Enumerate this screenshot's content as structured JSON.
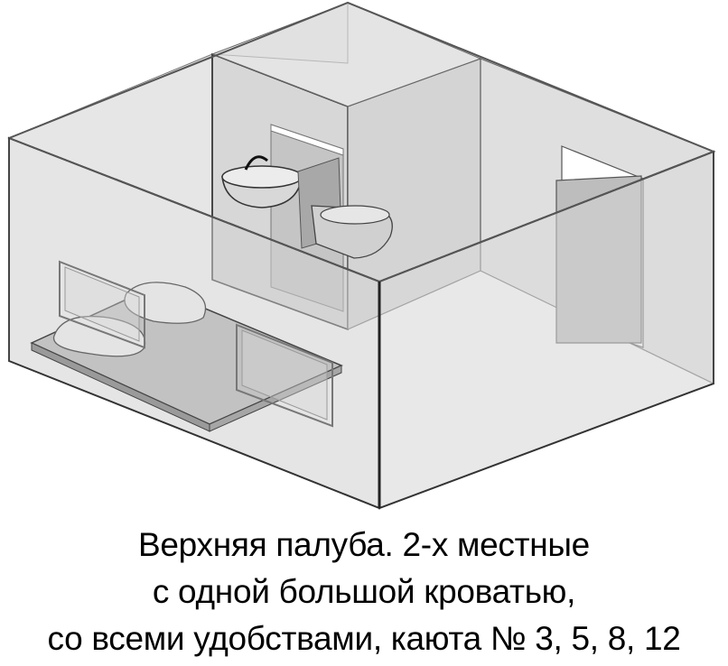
{
  "caption": {
    "line1": "Верхняя палуба. 2-х местные",
    "line2": "с одной большой кроватью,",
    "line3": "со всеми удобствами, каюта № 3, 5, 8, 12"
  },
  "drawing": {
    "wall_fill": "#d9d9d9",
    "floor_fill": "#c8c8c8",
    "edge_color": "#555555",
    "door_fill": "#bdbdbd"
  }
}
